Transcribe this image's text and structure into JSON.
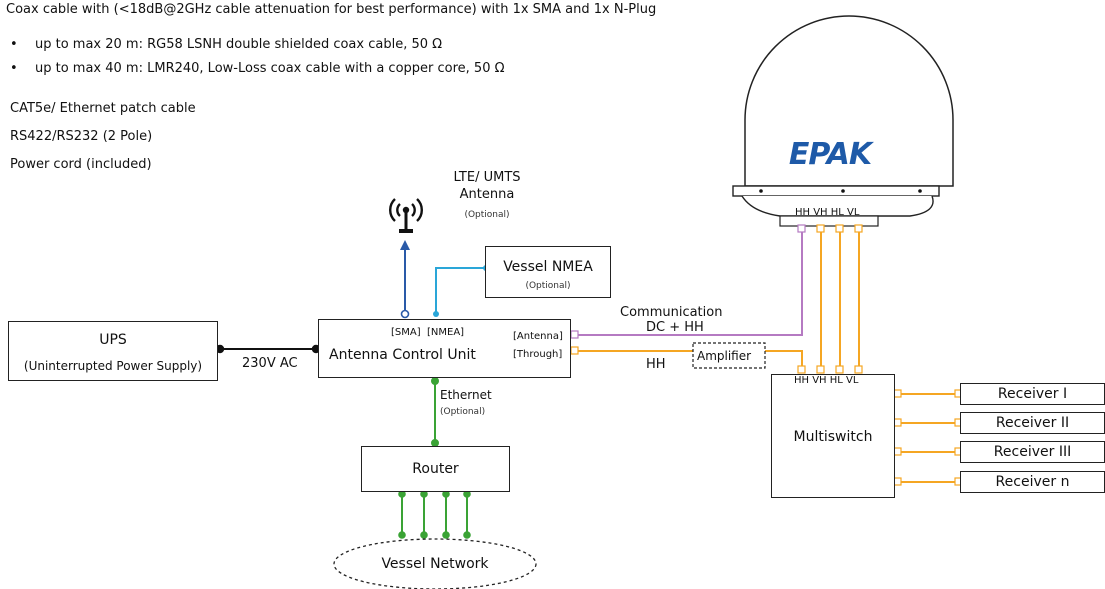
{
  "legend": {
    "coax_title": "Coax cable with (<18dB@2GHz cable attenuation for best performance) with 1x SMA and 1x N-Plug",
    "coax_bullets": [
      "up to max 20 m: RG58 LSNH double shielded coax cable, 50 Ω",
      "up to max 40 m: LMR240, Low-Loss coax cable with a copper core, 50 Ω"
    ],
    "ethernet": "CAT5e/ Ethernet patch cable",
    "rs422": "RS422/RS232 (2 Pole)",
    "power": "Power cord (included)"
  },
  "colors": {
    "coax": "#f5a623",
    "ethernet": "#3aa335",
    "rs422": "#2aa6d8",
    "lte": "#2a5aa8",
    "communication": "#b57ac2",
    "power": "#111111",
    "logo": "#1e5aa8"
  },
  "lte": {
    "title_line1": "LTE/ UMTS",
    "title_line2": "Antenna",
    "optional": "(Optional)",
    "icon": "antenna-signal-icon"
  },
  "nmea": {
    "title": "Vessel NMEA",
    "optional": "(Optional)"
  },
  "ups": {
    "title": "UPS",
    "subtitle": "(Uninterrupted Power Supply)"
  },
  "power_label": "230V AC",
  "acu": {
    "title": "Antenna Control Unit",
    "port_sma": "[SMA]",
    "port_nmea": "[NMEA]",
    "port_antenna": "[Antenna]",
    "port_through": "[Through]"
  },
  "communication": {
    "line1": "Communication",
    "line2": "DC + HH"
  },
  "hh_label": "HH",
  "amplifier": "Amplifier",
  "dome": {
    "logo": "EPAK",
    "ports": "HH VH HL VL"
  },
  "multiswitch": {
    "title": "Multiswitch",
    "ports": "HH VH HL VL"
  },
  "receivers": [
    "Receiver I",
    "Receiver II",
    "Receiver III",
    "Receiver n"
  ],
  "ethernet": {
    "label": "Ethernet",
    "optional": "(Optional)"
  },
  "router": "Router",
  "vessel_network": "Vessel Network"
}
